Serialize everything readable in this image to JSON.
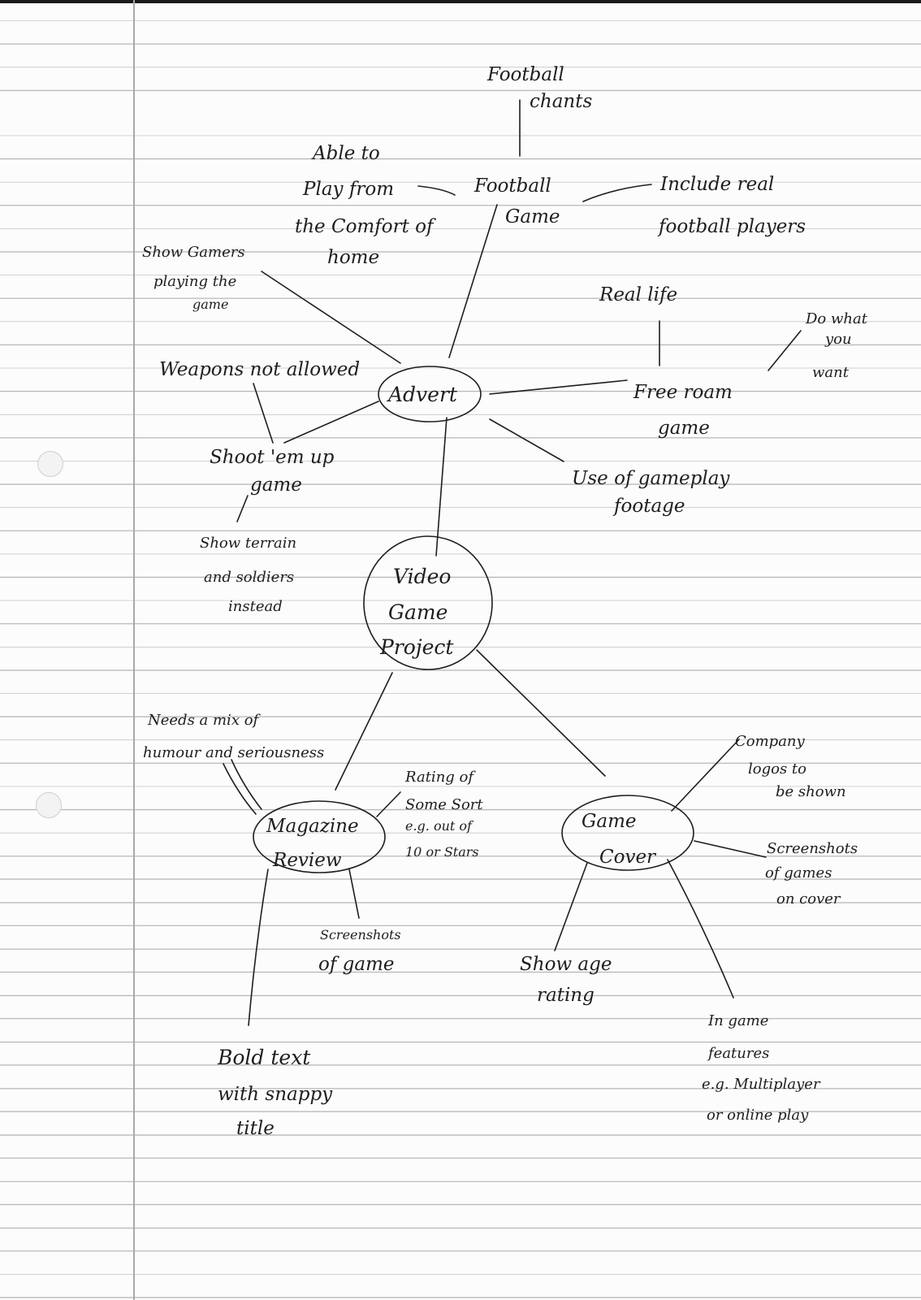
{
  "nodes": {
    "central": [
      "Video",
      "Game",
      "Project"
    ],
    "advert": "Advert",
    "magazine": [
      "Magazine",
      "Review"
    ],
    "cover": [
      "Game",
      "Cover"
    ]
  },
  "advert_branches": {
    "football_game": [
      "Football",
      "Game"
    ],
    "football_chants": [
      "Football",
      "chants"
    ],
    "comfort": [
      "Able to",
      "Play from",
      "the Comfort of",
      "home"
    ],
    "real_players": [
      "Include real",
      "football players"
    ],
    "show_gamers": [
      "Show Gamers",
      "playing the",
      "game"
    ],
    "weapons": "Weapons not allowed",
    "shoot": [
      "Shoot 'em up",
      "game"
    ],
    "terrain": [
      "Show terrain",
      "and soldiers",
      "instead"
    ],
    "free_roam": [
      "Free roam",
      "game"
    ],
    "real_life": "Real life",
    "do_what": [
      "Do what",
      "you",
      "want"
    ],
    "gameplay": [
      "Use of gameplay",
      "footage"
    ]
  },
  "magazine_branches": {
    "mix": [
      "Needs a mix of",
      "humour and seriousness"
    ],
    "rating": [
      "Rating of",
      "Some Sort",
      "e.g. out of",
      "10 or Stars"
    ],
    "screens": [
      "Screenshots",
      "of game"
    ],
    "bold": [
      "Bold text",
      "with snappy",
      "title"
    ]
  },
  "cover_branches": {
    "logos": [
      "Company",
      "logos to",
      "be shown"
    ],
    "screens": [
      "Screenshots",
      "of games",
      "on cover"
    ],
    "age": [
      "Show age",
      "rating"
    ],
    "features": [
      "In game",
      "features",
      "e.g. Multiplayer",
      "or online play"
    ]
  }
}
